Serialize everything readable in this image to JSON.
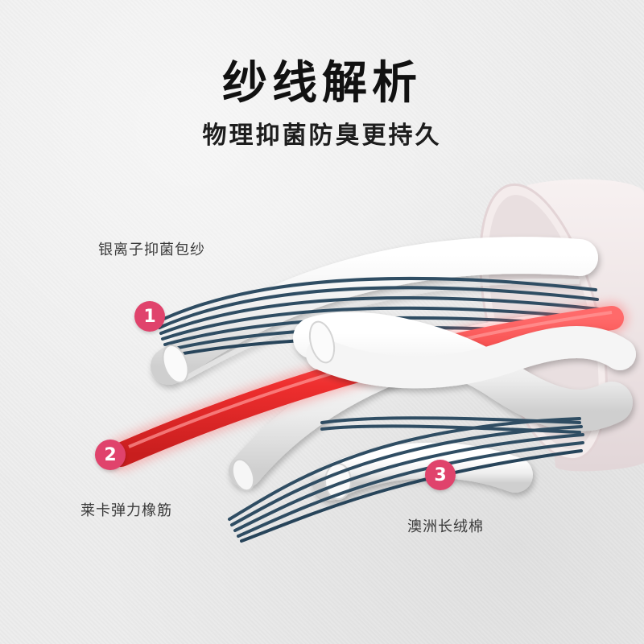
{
  "title": "纱线解析",
  "subtitle": "物理抑菌防臭更持久",
  "components": [
    {
      "number": "1",
      "label": "银离子抑菌包纱"
    },
    {
      "number": "2",
      "label": "莱卡弹力橡筋"
    },
    {
      "number": "3",
      "label": "澳洲长绒棉"
    }
  ],
  "colors": {
    "badge": "#e0436c",
    "navy_yarn": "#2f4d63",
    "red_core": "#ee3a3a",
    "white_fiber": "#f2f2f2",
    "sheath": "#efe6e6"
  }
}
